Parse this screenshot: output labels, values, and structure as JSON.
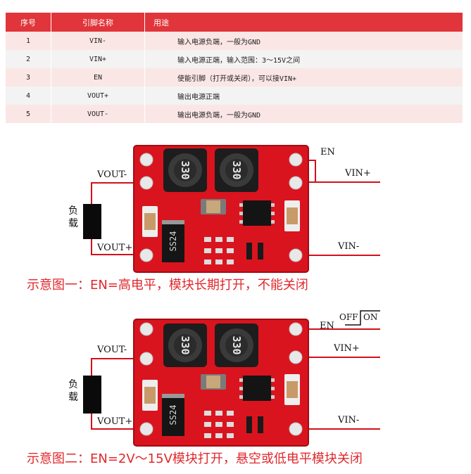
{
  "table": {
    "headers": {
      "no": "序号",
      "name": "引脚名称",
      "use": "用途"
    },
    "rows": [
      {
        "no": "1",
        "name": "VIN-",
        "use": "输入电源负端，一般为GND"
      },
      {
        "no": "2",
        "name": "VIN+",
        "use": "输入电源正端，输入范围：3～15V之间"
      },
      {
        "no": "3",
        "name": "EN",
        "use": "使能引脚（打开或关闭），可以接VIN+"
      },
      {
        "no": "4",
        "name": "VOUT+",
        "use": "输出电源正端"
      },
      {
        "no": "5",
        "name": "VOUT-",
        "use": "输出电源负端，一般为GND"
      }
    ],
    "colors": {
      "header": "#e0353a",
      "row_odd": "#fbe6e6",
      "row_even": "#f3f3f3"
    }
  },
  "board": {
    "inductor_left": "330",
    "inductor_right": "330",
    "diode": "SS24",
    "pcb_color": "#d9141e"
  },
  "diagram1": {
    "en": "EN",
    "vin_plus": "VIN+",
    "vin_minus": "VIN-",
    "vout_minus": "VOUT-",
    "vout_plus": "VOUT+",
    "load": "负载",
    "caption": "示意图一：EN=高电平，模块长期打开，不能关闭"
  },
  "diagram2": {
    "en": "EN",
    "off": "OFF",
    "on": "ON",
    "vin_plus": "VIN+",
    "vin_minus": "VIN-",
    "vout_minus": "VOUT-",
    "vout_plus": "VOUT+",
    "load": "负载",
    "caption": "示意图二：EN=2V～15V模块打开，悬空或低电平模块关闭"
  },
  "caption_color": "#e0282d"
}
